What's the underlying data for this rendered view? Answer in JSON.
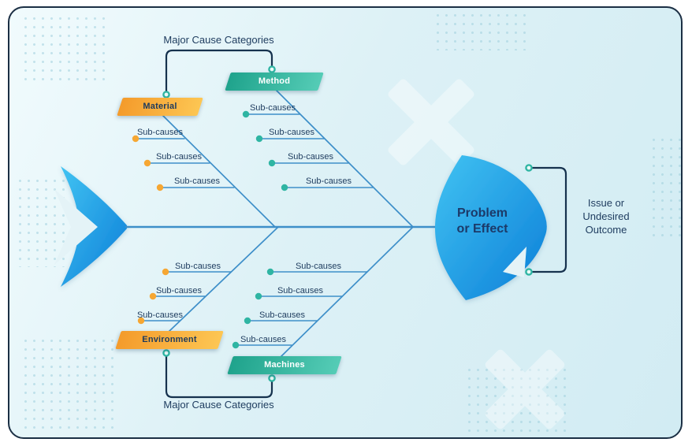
{
  "annotations": {
    "top_label": "Major Cause Categories",
    "bottom_label": "Major Cause Categories",
    "outcome_line1": "Issue or",
    "outcome_line2": "Undesired",
    "outcome_line3": "Outcome"
  },
  "effect": {
    "line1": "Problem",
    "line2": "or Effect"
  },
  "branches": {
    "material": {
      "label": "Material",
      "subcauses": [
        "Sub-causes",
        "Sub-causes",
        "Sub-causes"
      ]
    },
    "method": {
      "label": "Method",
      "subcauses": [
        "Sub-causes",
        "Sub-causes",
        "Sub-causes",
        "Sub-causes"
      ]
    },
    "environment": {
      "label": "Environment",
      "subcauses": [
        "Sub-causes",
        "Sub-causes",
        "Sub-causes"
      ]
    },
    "machines": {
      "label": "Machines",
      "subcauses": [
        "Sub-causes",
        "Sub-causes",
        "Sub-causes",
        "Sub-causes"
      ]
    }
  },
  "colors": {
    "card_border": "#1b2f44",
    "bone_blue": "#3e8fc9",
    "bracket_navy": "#16324e",
    "text_navy": "#1d3b5e",
    "effect_text": "#1c3a69",
    "orange_from": "#f49b2b",
    "orange_to": "#fdc653",
    "teal_from": "#1fa38c",
    "teal_to": "#55ccb6",
    "fish_from": "#41c3f2",
    "fish_to": "#0c7ed8",
    "dot_orange": "#f6a733",
    "dot_teal": "#2fb5a3"
  }
}
